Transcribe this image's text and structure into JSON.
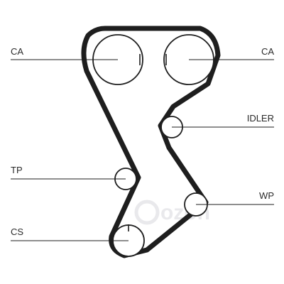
{
  "diagram": {
    "labels": {
      "cam_left": "CA",
      "cam_right": "CA",
      "idler": "IDLER",
      "tensioner": "TP",
      "water_pump": "WP",
      "crankshaft": "CS"
    },
    "watermark": "ozon"
  }
}
